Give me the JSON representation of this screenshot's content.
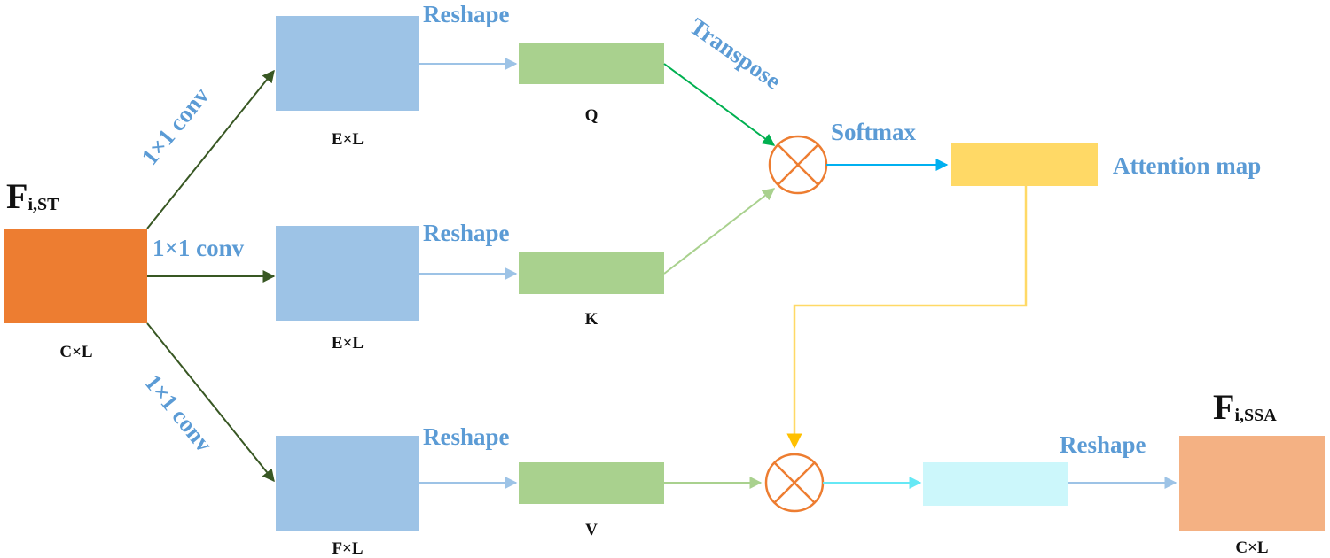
{
  "diagram": {
    "input": {
      "name_main": "F",
      "name_sub": "i,ST",
      "dim": "C×L"
    },
    "branches": [
      {
        "conv_label": "1×1 conv",
        "dim": "E×L",
        "reshape_label": "Reshape",
        "output": "Q"
      },
      {
        "conv_label": "1×1 conv",
        "dim": "E×L",
        "reshape_label": "Reshape",
        "output": "K"
      },
      {
        "conv_label": "1×1 conv",
        "dim": "F×L",
        "reshape_label": "Reshape",
        "output": "V"
      }
    ],
    "transpose_label": "Transpose",
    "softmax_label": "Softmax",
    "attention_map_label": "Attention map",
    "final_reshape_label": "Reshape",
    "output": {
      "name_main": "F",
      "name_sub": "i,SSA",
      "dim": "C×L"
    }
  },
  "colors": {
    "input_block": "#ed7d31",
    "feature_block": "#9dc3e6",
    "qkv_block": "#a9d18e",
    "attention_block": "#ffd966",
    "intermediate_block": "#ccf7fb",
    "output_block": "#f4b183",
    "label_blue": "#5b9bd5",
    "operator": "#ed7d31"
  }
}
